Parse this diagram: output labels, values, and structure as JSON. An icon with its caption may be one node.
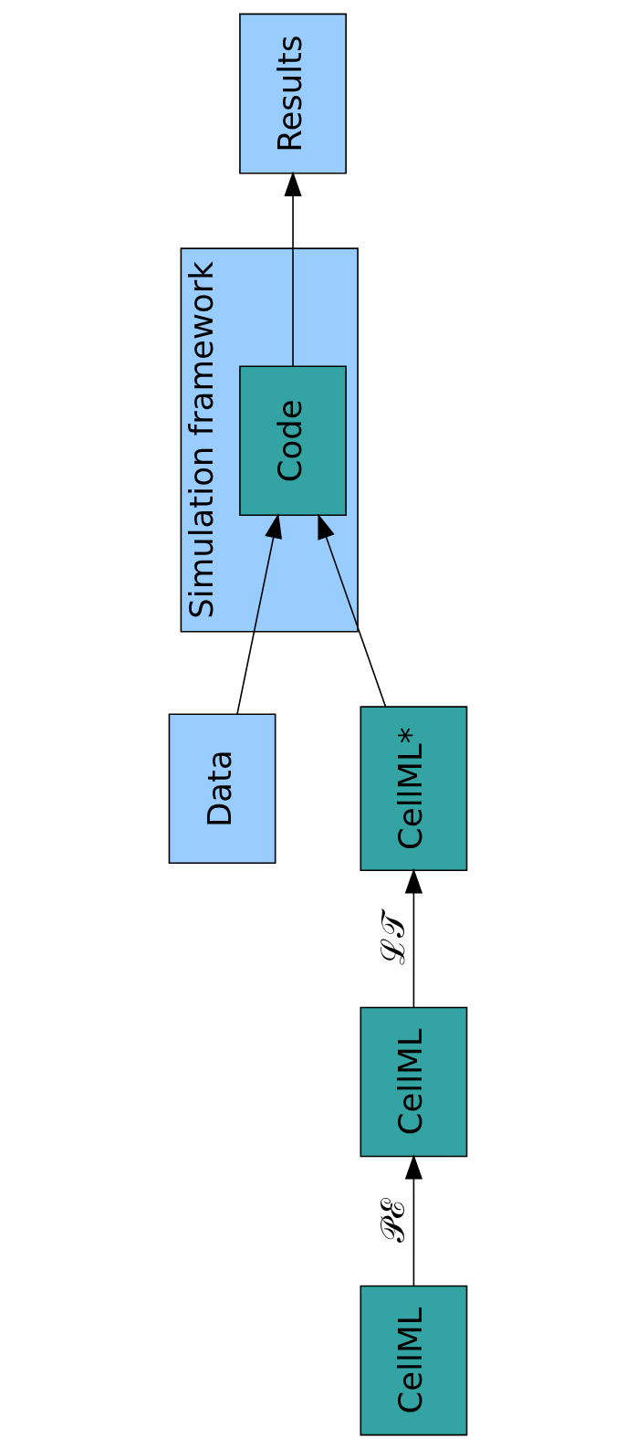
{
  "diagram": {
    "nodes": [
      {
        "text": [
          "Data"
        ]
      },
      {
        "text": [
          "Simulation framework"
        ]
      },
      {
        "text": [
          "Code"
        ],
        "in": 1
      },
      {
        "text": [
          "Results"
        ]
      },
      {
        "text": [
          "CellML*"
        ]
      },
      {
        "text": [
          "CellML"
        ]
      },
      {
        "text": [
          "CellML"
        ]
      }
    ],
    "edges": [
      {
        "from": 0,
        "to": 2,
        "arrow": "to"
      },
      {
        "from": 2,
        "to": 3,
        "arrow": "to"
      },
      {
        "from": 4,
        "to": 2,
        "arrow": "to"
      },
      {
        "from": 5,
        "to": 4,
        "arrow": "to",
        "label": "ℒ𝒯"
      },
      {
        "from": 6,
        "to": 5,
        "arrow": "to",
        "label": "𝒫ℰ"
      }
    ]
  }
}
